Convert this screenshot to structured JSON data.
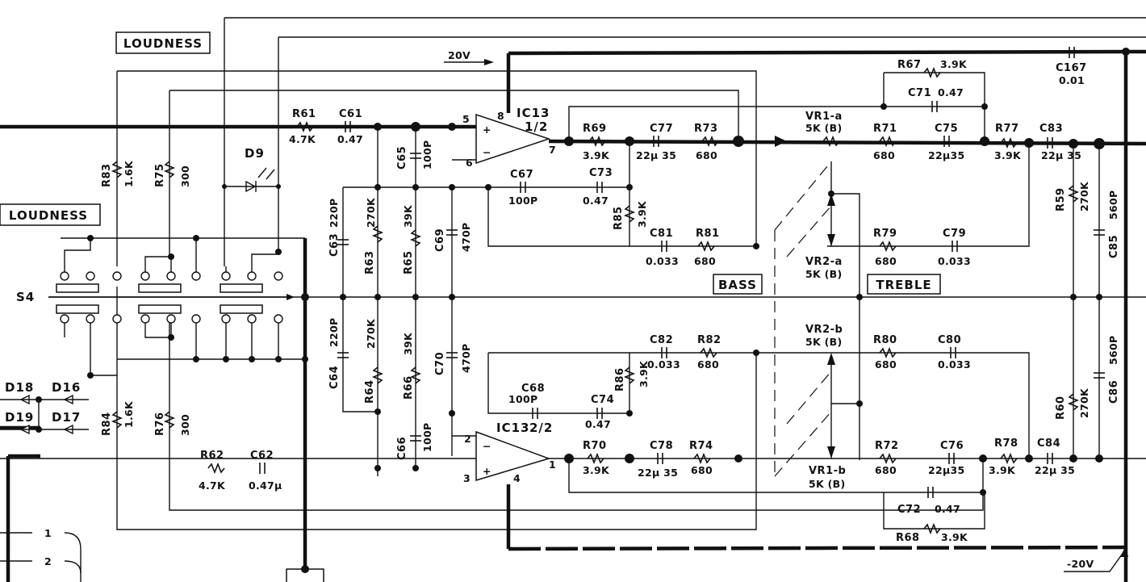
{
  "tags": {
    "loudness_top": "LOUDNESS",
    "loudness_left": "LOUDNESS",
    "bass": "BASS",
    "treble": "TREBLE",
    "switch": "S4"
  },
  "supply": {
    "pos": "20V",
    "neg": "-20V"
  },
  "opamps": {
    "top": {
      "name": "IC13",
      "unit": "1/2",
      "pins": [
        "5",
        "6",
        "8",
        "7"
      ]
    },
    "bottom": {
      "name": "IC13",
      "unit": "2/2",
      "pins": [
        "2",
        "3",
        "4",
        "1"
      ]
    }
  },
  "components": {
    "R61": "4.7K",
    "C61": "0.47",
    "R62": "4.7K",
    "C62": "0.47μ",
    "R83": "1.6K",
    "R75": "300",
    "R84": "1.6K",
    "R76": "300",
    "C63": "220P",
    "R63": "270K",
    "R65": "39K",
    "C65": "100P",
    "C69": "470P",
    "C64": "220P",
    "R64": "270K",
    "R66": "39K",
    "C66": "100P",
    "C70": "470P",
    "R69": "3.9K",
    "C77": "22μ 35",
    "R73": "680",
    "C67": "100P",
    "C73": "0.47",
    "R85": "3.9K",
    "C81": "0.033",
    "R81": "680",
    "R70": "3.9K",
    "C78": "22μ 35",
    "R74": "680",
    "C68": "100P",
    "C74": "0.47",
    "R86": "3.9K",
    "C82": "0.033",
    "R82": "680",
    "VR1-a": "5K (B)",
    "VR2-a": "5K (B)",
    "VR2-b": "5K (B)",
    "VR1-b": "5K (B)",
    "R71": "680",
    "C75": "22μ35",
    "R79": "680",
    "C79": "0.033",
    "R80": "680",
    "C80": "0.033",
    "R72": "680",
    "C76": "22μ35",
    "R67": "3.9K",
    "C71": "0.47",
    "R68": "3.9K",
    "C72": "0.47",
    "R77": "3.9K",
    "C83": "22μ 35",
    "R78": "3.9K",
    "C84": "22μ 35",
    "R59": "270K",
    "C85": "560P",
    "R60": "270K",
    "C86": "560P",
    "C167": "0.01"
  },
  "diodes": [
    "D9",
    "D18",
    "D16",
    "D19",
    "D17"
  ],
  "connector_pins": [
    "1",
    "2"
  ]
}
